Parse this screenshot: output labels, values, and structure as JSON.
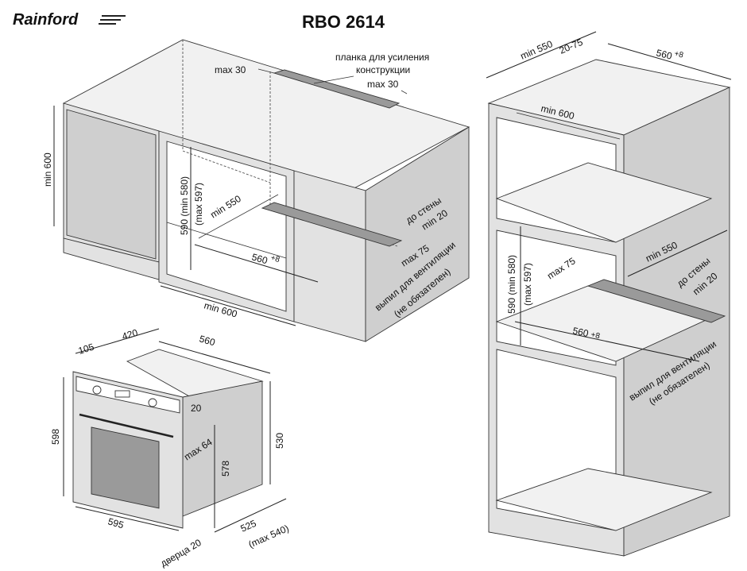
{
  "header": {
    "brand": "Rainford",
    "model": "RBO 2614"
  },
  "left_install": {
    "max30_top": "max 30",
    "reinforce_line1": "планка для усиления",
    "reinforce_line2": "конструкции",
    "max30_side": "max 30",
    "min600_height": "min 600",
    "depth_vert_1": "590 (min 580)",
    "depth_vert_2": "(max 597)",
    "min550": "min 550",
    "to_wall_1": "до стены",
    "to_wall_2": "min 20",
    "w560": "560",
    "w560_sup": "+8",
    "max75": "max 75",
    "vent_1": "выпил для вентиляции",
    "vent_2": "(не обязателен)",
    "min600_width": "min 600"
  },
  "right_install": {
    "min550_top": "min 550",
    "gap_20_75": "20-75",
    "w560_top": "560",
    "w560_top_sup": "+8",
    "min600": "min 600",
    "min550_mid": "min 550",
    "to_wall_1": "до стены",
    "to_wall_2": "min 20",
    "depth_1": "590 (min 580)",
    "depth_2": "(max 597)",
    "max75": "max 75",
    "w560_mid": "560",
    "w560_mid_sup": "+8",
    "vent_1": "выпил для вентиляции",
    "vent_2": "(не обязателен)"
  },
  "oven": {
    "d105": "105",
    "d420": "420",
    "d560": "560",
    "d20": "20",
    "max64": "max 64",
    "h598": "598",
    "h578": "578",
    "h530": "530",
    "w595": "595",
    "door20": "дверца 20",
    "d525": "525",
    "max540": "(max 540)"
  }
}
